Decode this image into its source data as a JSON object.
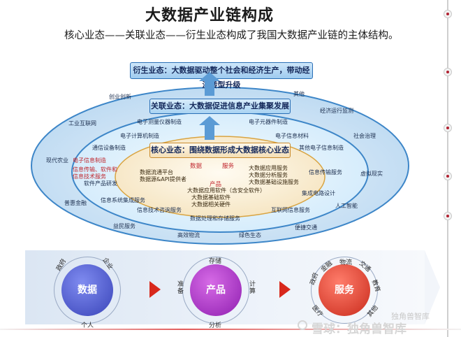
{
  "header": {
    "title": "大数据产业链构成",
    "subtitle": "核心业态——关联业态——衍生业态构成了我国大数据产业链的主体结构。"
  },
  "diagram": {
    "derived_bar": "衍生业态：大数据驱动整个社会和经济生产，带动经济转型升级",
    "related_bar": "关联业态：大数据促进信息产业集聚发展",
    "core_bar": "核心业态：围绕数据形成大数据核心业态",
    "outer_ring": [
      "创业创新",
      "工业互联网",
      "现代农业",
      "普惠金融",
      "益民服务",
      "高效物流",
      "绿色生态",
      "便捷交通",
      "人工智能",
      "虚拟现实",
      "社会治理",
      "经济运行监测",
      "其他"
    ],
    "middle_ring": [
      "电子测量仪器制造",
      "电子计算机制造",
      "通信设备制造",
      "电子元器件制造",
      "电子信息材料",
      "其他电子信息制造",
      "信息传输服务",
      "集成电路设计",
      "互联网信息服务",
      "数据处理和存储服务",
      "信息技术咨询服务",
      "信息系统集成服务",
      "软件产品研发"
    ],
    "middle_red": [
      "电子信息制造",
      "信息传输、软件和信息技术服务"
    ],
    "core_headers": {
      "data": "数据",
      "service": "服务",
      "product": "产品"
    },
    "core_data": [
      "数据流通平台",
      "数据源&API提供者"
    ],
    "core_service": [
      "大数据应用服务",
      "大数据分析服务",
      "大数据基础设施服务"
    ],
    "core_product": [
      "大数据应用软件（含安全软件）",
      "大数据基础软件",
      "大数据相关硬件"
    ]
  },
  "chain": {
    "data_node": "数据",
    "product_node": "产品",
    "service_node": "服务",
    "data_around": [
      "政府",
      "企业",
      "个人"
    ],
    "product_around": [
      "存储",
      "准备",
      "计算",
      "分析"
    ],
    "service_around": [
      "政府",
      "金融",
      "物流",
      "交通",
      "教育",
      "医疗",
      "其他"
    ]
  },
  "watermark": {
    "small": "独角兽智库",
    "large": "雪球：独角兽智库"
  },
  "colors": {
    "accent_red": "#c0282f",
    "bar_blue": "#2a6fb6",
    "arrow_blue": "#5b9bd5"
  }
}
